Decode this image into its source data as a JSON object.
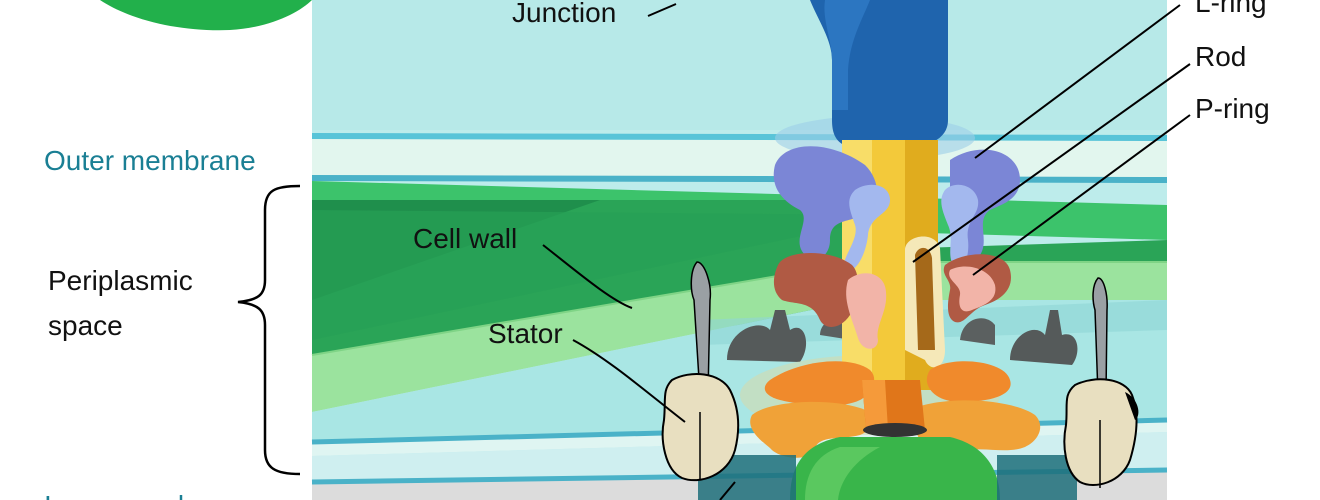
{
  "labels": {
    "junction": "Junction",
    "l_ring": "L-ring",
    "rod": "Rod",
    "p_ring": "P-ring",
    "outer_membrane": "Outer membrane",
    "periplasmic_line1": "Periplasmic",
    "periplasmic_line2": "space",
    "cell_wall": "Cell wall",
    "stator": "Stator",
    "inner_membrane": "Inner membrane"
  },
  "colors": {
    "hook_blue": "#1f64ad",
    "outer_membrane_text": "#1a7f94",
    "periplasm_green": "#2fb35a",
    "cell_wall_green": "#9be39e",
    "l_ring_purple": "#7b86d6",
    "p_ring_brown": "#b05a44",
    "rod_yellow": "#f3c93a",
    "stator_beige": "#e8dfc0",
    "ms_ring_orange": "#f0a238",
    "rotor_green": "#39b54a"
  }
}
